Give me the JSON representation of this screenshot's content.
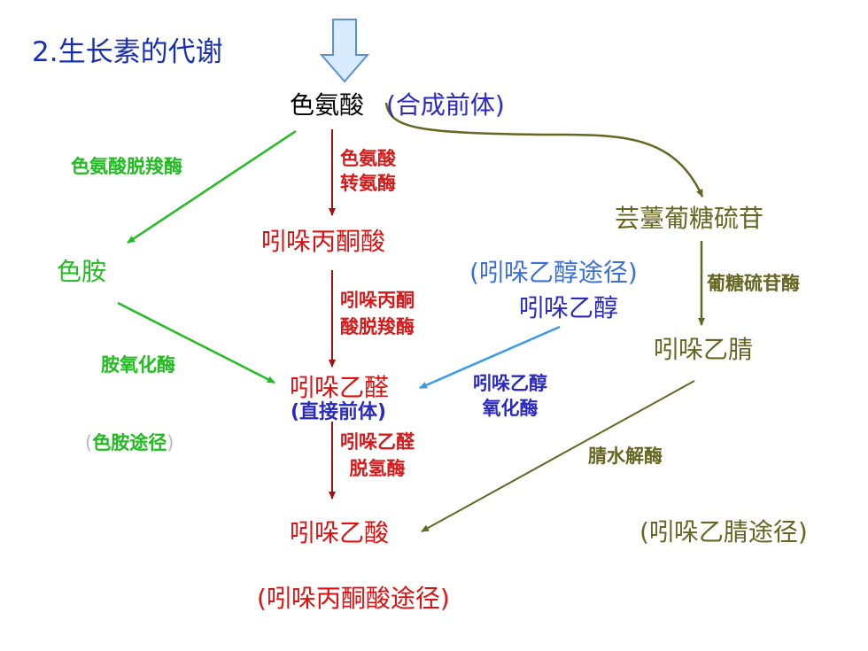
{
  "title": "2.生长素的代谢",
  "colors": {
    "title_blue": "#1a2fb0",
    "green": "#22bb22",
    "red": "#e01010",
    "blue": "#2a2ac0",
    "light_blue": "#3a6fe0",
    "olive": "#666622",
    "down_arrow_fill": "#d9ecff",
    "down_arrow_stroke": "#5b8fd6"
  },
  "nodes": {
    "tryptophan": "色氨酸",
    "precursor_note": "(合成前体)",
    "tryptamine": "色胺",
    "indolepyruvic": "吲哚丙酮酸",
    "indoleacetaldehyde": "吲哚乙醛",
    "direct_precursor": "(直接前体)",
    "indoleacetic": "吲哚乙酸",
    "glucobrassicin": "芸薹葡糖硫苷",
    "indoleacetonitrile": "吲哚乙腈",
    "indoleethanol": "吲哚乙醇"
  },
  "enzymes": {
    "trp_decarboxylase": "色氨酸脱羧酶",
    "trp_transaminase_l1": "色氨酸",
    "trp_transaminase_l2": "转氨酶",
    "amine_oxidase": "胺氧化酶",
    "ipa_decarboxylase_l1": "吲哚丙酮",
    "ipa_decarboxylase_l2": "酸脱羧酶",
    "iaald_dehydrogenase_l1": "吲哚乙醛",
    "iaald_dehydrogenase_l2": "脱氢酶",
    "ieth_oxidase_l1": "吲哚乙醇",
    "ieth_oxidase_l2": "氧化酶",
    "glucosinolase": "葡糖硫苷酶",
    "nitrilase": "腈水解酶"
  },
  "pathways": {
    "tryptamine_path": "色胺途径",
    "tryptamine_path_open": "(",
    "tryptamine_path_close": ")",
    "ipa_path": "(吲哚丙酮酸途径)",
    "ieth_path": "(吲哚乙醇途径)",
    "ian_path": "(吲哚乙腈途径)"
  }
}
